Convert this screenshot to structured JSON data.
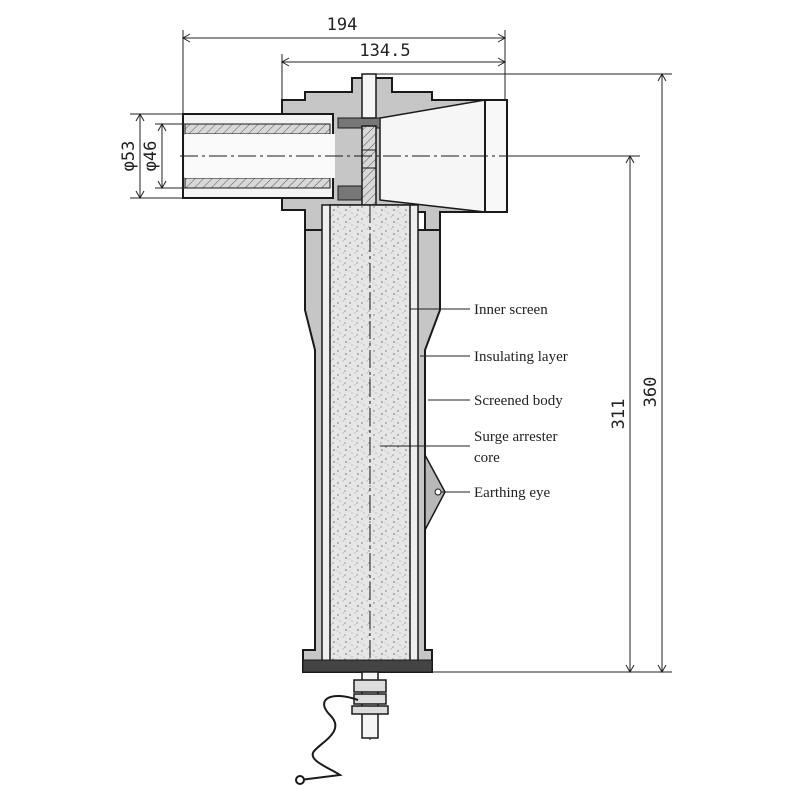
{
  "dimensions": {
    "overall_width": "194",
    "inner_width": "134.5",
    "diameter_outer": "φ53",
    "diameter_inner": "φ46",
    "height_body": "311",
    "height_total": "360"
  },
  "labels": {
    "inner_screen": "Inner screen",
    "insulating_layer": "Insulating layer",
    "screened_body": "Screened body",
    "surge_core_line1": "Surge arrester",
    "surge_core_line2": "core",
    "earthing_eye": "Earthing eye"
  },
  "colors": {
    "body_fill": "#c6c6c6",
    "insulation_fill": "#efefef",
    "core_fill": "#e4e4e4",
    "outline": "#1a1a1a"
  }
}
